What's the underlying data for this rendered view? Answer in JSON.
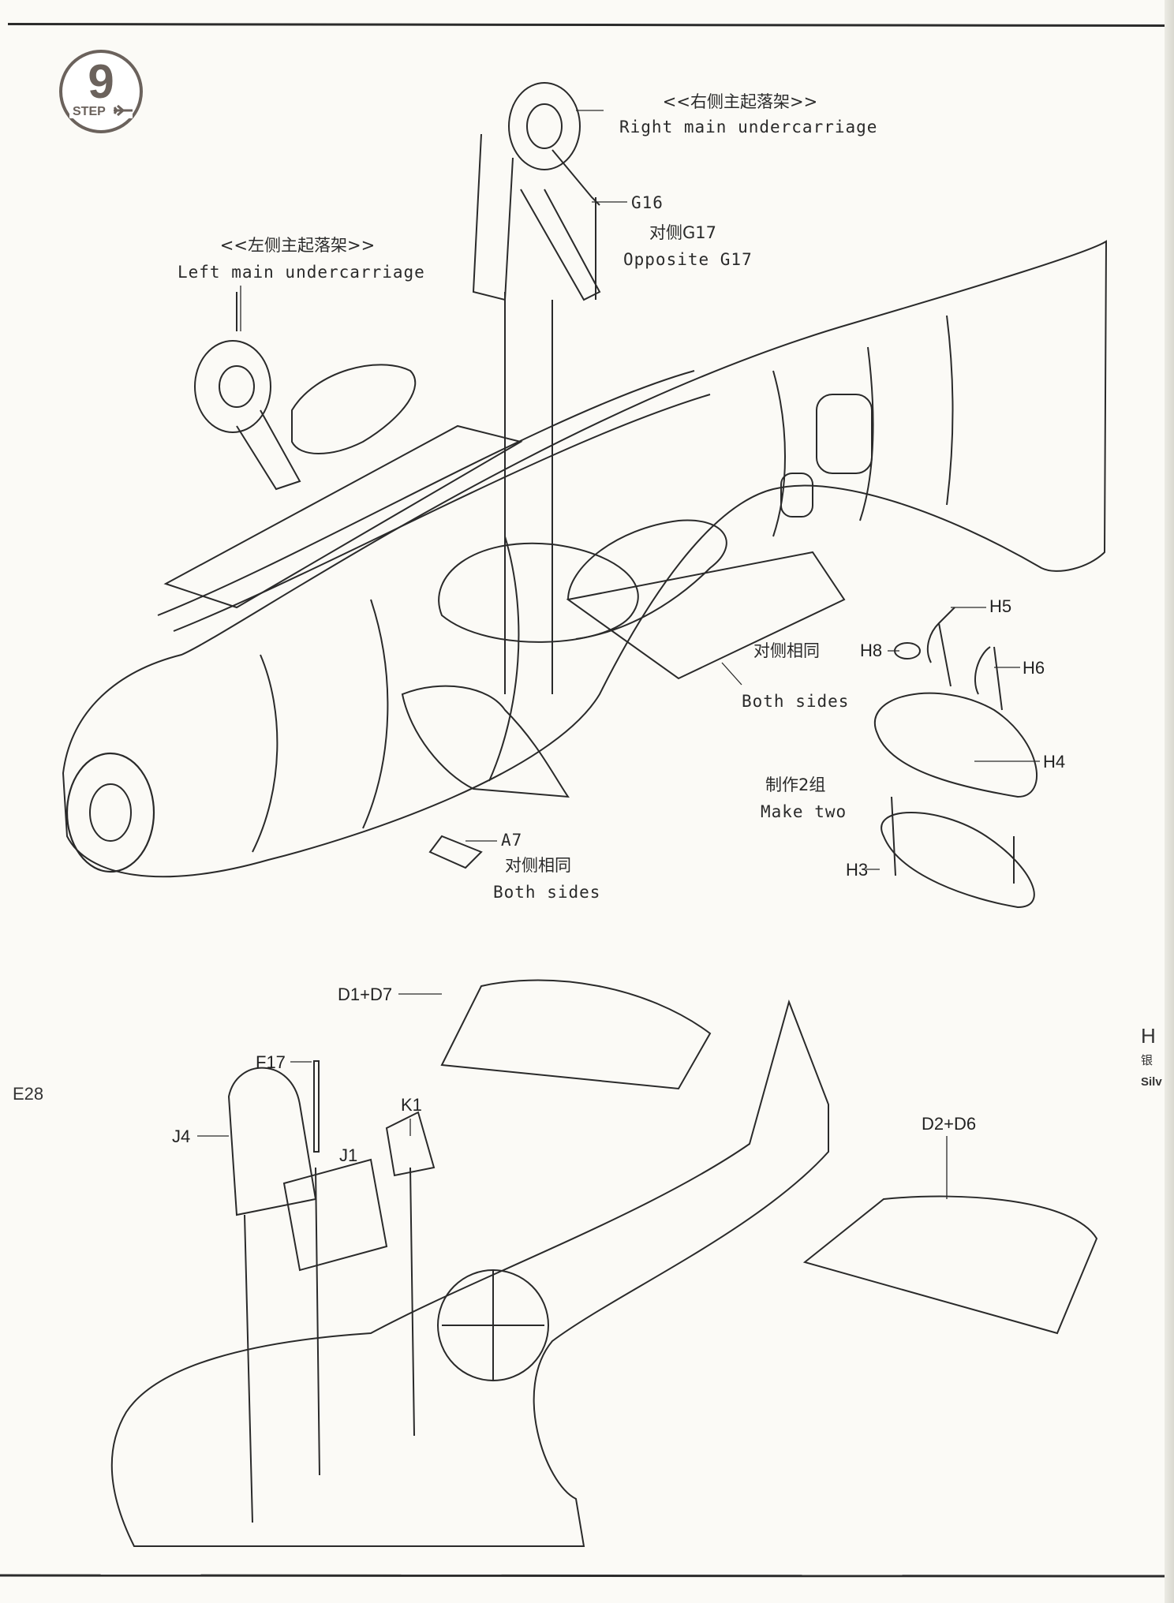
{
  "step": {
    "number": "9",
    "label": "STEP",
    "icon": "jet-plane-icon"
  },
  "page_number": "E28",
  "callouts": {
    "right_main_cn": "<<右侧主起落架>>",
    "right_main_en": "Right main undercarriage",
    "left_main_cn": "<<左侧主起落架>>",
    "left_main_en": "Left main undercarriage",
    "g16": "G16",
    "opposite_cn": "对侧G17",
    "opposite_en": "Opposite G17",
    "both_sides_1_cn": "对侧相同",
    "both_sides_1_en": "Both sides",
    "a7": "A7",
    "both_sides_2_cn": "对侧相同",
    "both_sides_2_en": "Both sides",
    "make_two_cn": "制作2组",
    "make_two_en": "Make two"
  },
  "parts": {
    "h5": "H5",
    "h6": "H6",
    "h8": "H8",
    "h4": "H4",
    "h3": "H3",
    "d1d7": "D1+D7",
    "d2d6": "D2+D6",
    "f17": "F17",
    "j4": "J4",
    "j1": "J1",
    "k1": "K1"
  },
  "edge_text": {
    "line1": "H",
    "line2": "银",
    "line3": "Silv"
  },
  "colors": {
    "ink": "#2a2a2a",
    "paper": "#fbfaf6",
    "badge": "#6b625c"
  }
}
